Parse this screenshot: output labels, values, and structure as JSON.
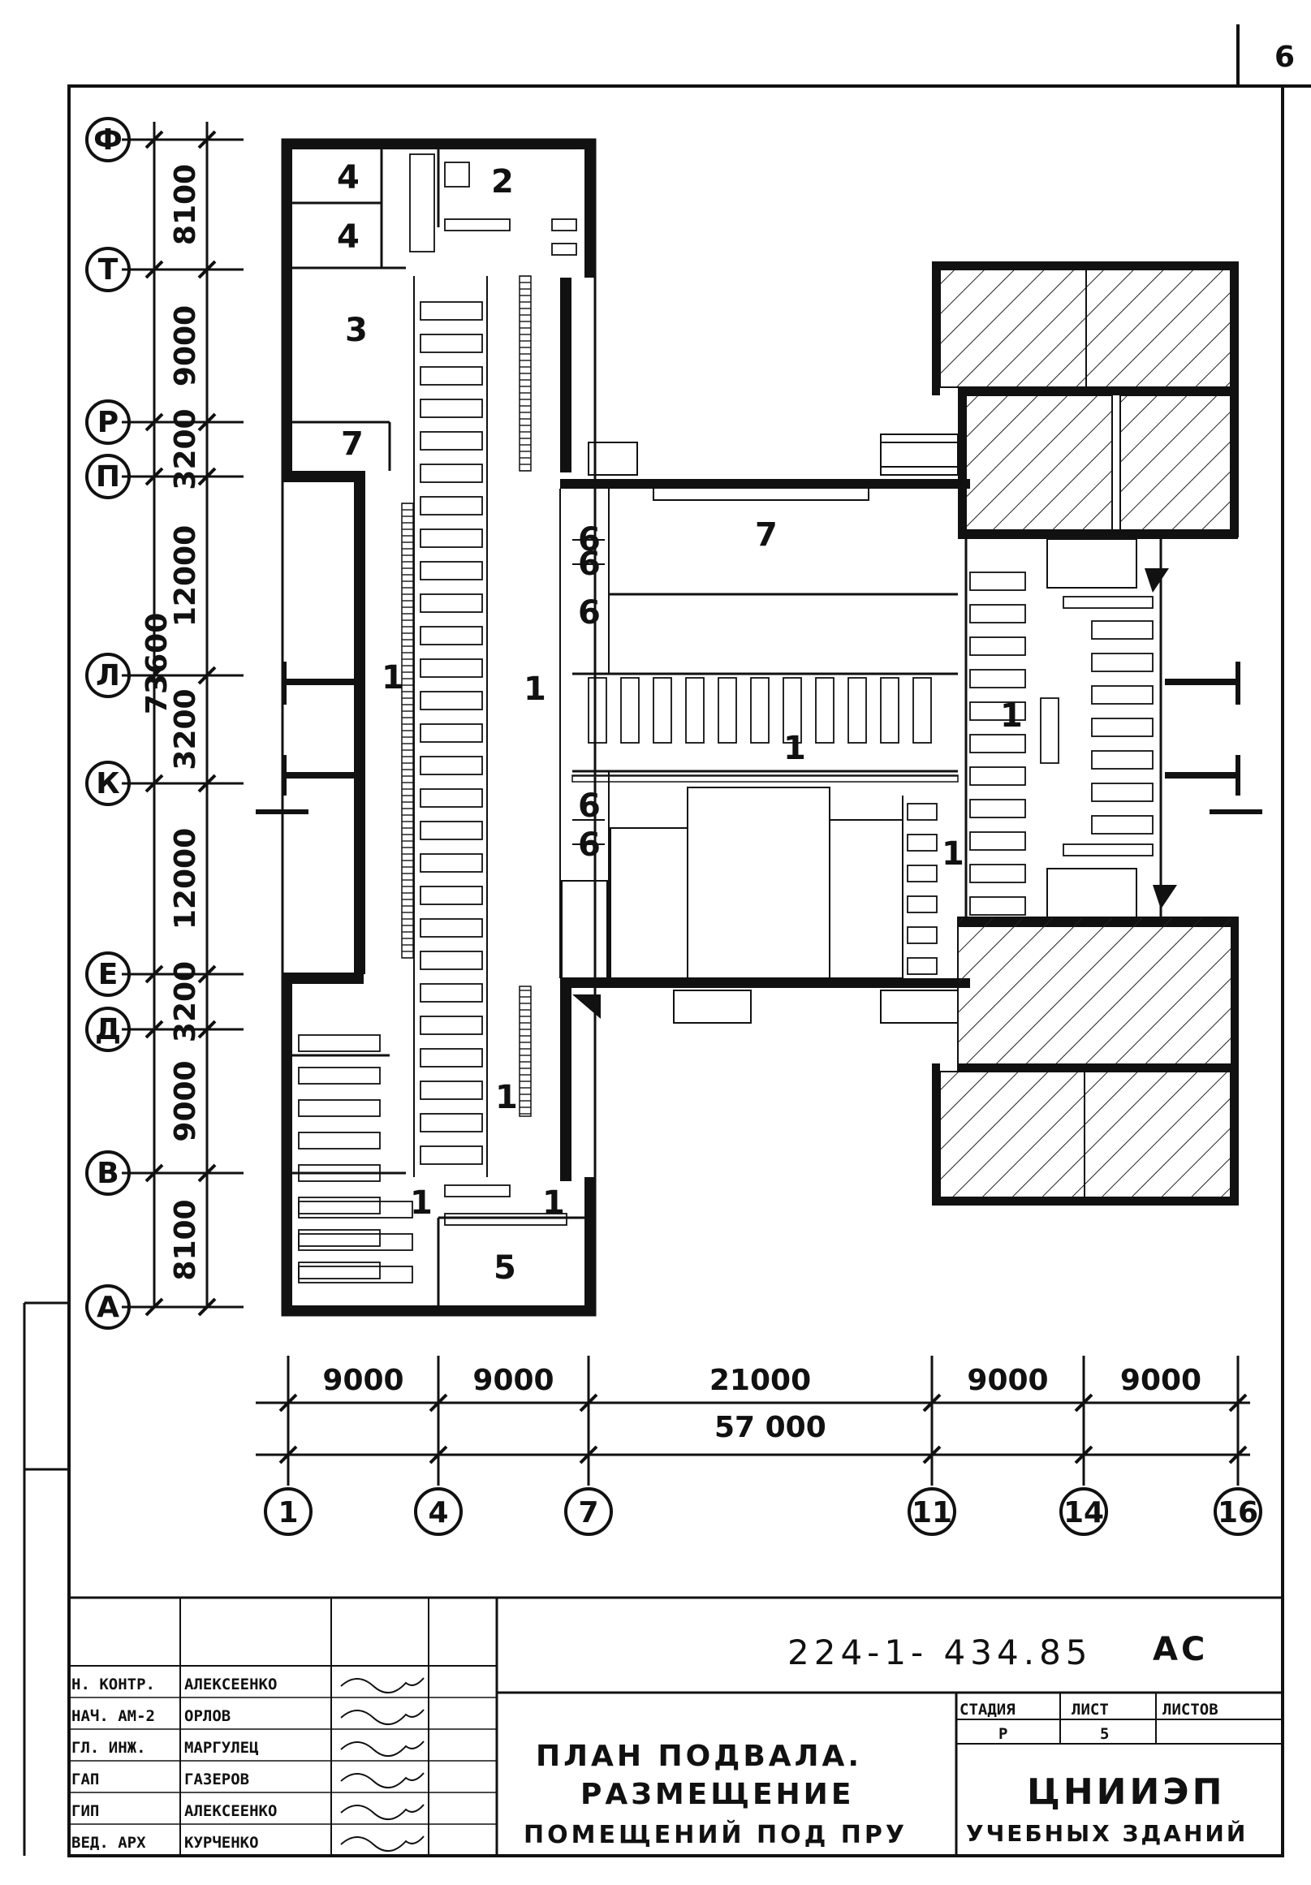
{
  "sheet_corner": "6",
  "axes_vertical": [
    {
      "label": "Ф"
    },
    {
      "label": "Т"
    },
    {
      "label": "Р"
    },
    {
      "label": "П"
    },
    {
      "label": "Л"
    },
    {
      "label": "К"
    },
    {
      "label": "Е"
    },
    {
      "label": "Д"
    },
    {
      "label": "В"
    },
    {
      "label": "А"
    }
  ],
  "dims_vertical": [
    "8100",
    "9000",
    "3200",
    "12000",
    "3200",
    "12000",
    "3200",
    "9000",
    "8100"
  ],
  "dim_vertical_total": "73600",
  "axes_horizontal": [
    {
      "label": "1"
    },
    {
      "label": "4"
    },
    {
      "label": "7"
    },
    {
      "label": "11"
    },
    {
      "label": "14"
    },
    {
      "label": "16"
    }
  ],
  "dims_horizontal": [
    "9000",
    "9000",
    "21000",
    "9000",
    "9000"
  ],
  "dim_horizontal_total": "57 000",
  "rooms": {
    "r4a": "4",
    "r4b": "4",
    "r2": "2",
    "r3": "3",
    "r7a": "7",
    "r7b": "7",
    "r5": "5",
    "r6a": "6",
    "r6b": "6",
    "r6c": "6",
    "r6d": "6",
    "r6e": "6",
    "r1a": "1",
    "r1b": "1",
    "r1c": "1",
    "r1d": "1",
    "r1e": "1",
    "r1f": "1",
    "r1g": "1",
    "r1h": "1"
  },
  "title_block": {
    "drawing_code": "224-1- 434.85",
    "mark": "АС",
    "roles": [
      {
        "role": "Н. КОНТР.",
        "name": "АЛЕКСЕЕНКО"
      },
      {
        "role": "НАЧ. АМ-2",
        "name": "ОРЛОВ"
      },
      {
        "role": "ГЛ. ИНЖ.",
        "name": "МАРГУЛЕЦ"
      },
      {
        "role": "ГАП",
        "name": "ГАЗЕРОВ"
      },
      {
        "role": "ГИП",
        "name": "АЛЕКСЕЕНКО"
      },
      {
        "role": "ВЕД. АРХ",
        "name": "КУРЧЕНКО"
      }
    ],
    "title_line1": "ПЛАН ПОДВАЛА.",
    "title_line2": "РАЗМЕЩЕНИЕ",
    "title_line3": "ПОМЕЩЕНИЙ ПОД ПРУ",
    "stage_header": "СТАДИЯ",
    "sheet_header": "ЛИСТ",
    "sheets_header": "ЛИСТОВ",
    "stage_value": "Р",
    "sheet_value": "5",
    "org_line1": "ЦНИИЭП",
    "org_line2": "УЧЕБНЫХ ЗДАНИЙ"
  }
}
